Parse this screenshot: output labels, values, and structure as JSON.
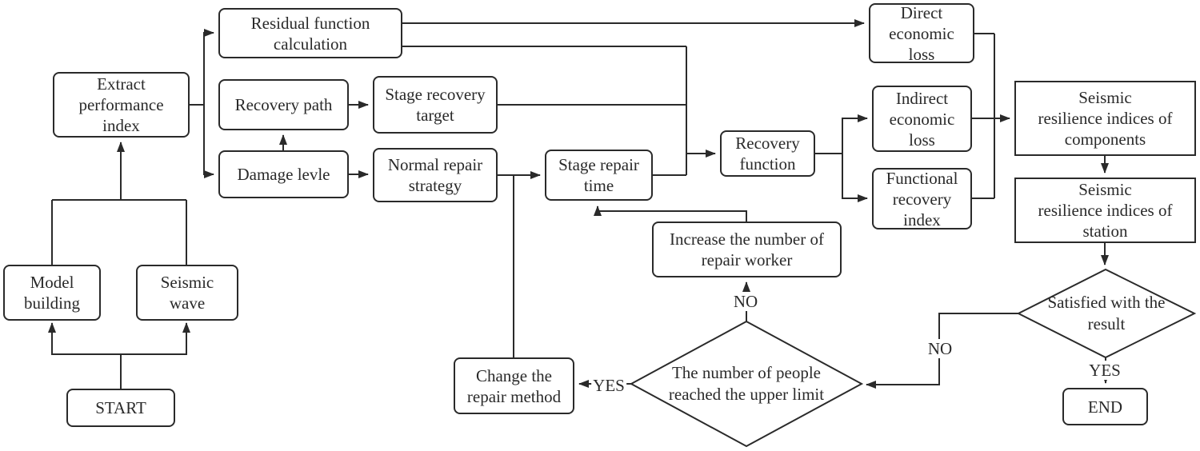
{
  "nodes": {
    "start": "START",
    "model_building": "Model\nbuilding",
    "seismic_wave": "Seismic\nwave",
    "extract_performance_index": "Extract\nperformance\nindex",
    "residual_function_calculation": "Residual function\ncalculation",
    "recovery_path": "Recovery path",
    "damage_level": "Damage levle",
    "stage_recovery_target": "Stage recovery\ntarget",
    "normal_repair_strategy": "Normal repair\nstrategy",
    "stage_repair_time": "Stage repair\ntime",
    "recovery_function": "Recovery\nfunction",
    "direct_economic_loss": "Direct\neconomic\nloss",
    "indirect_economic_loss": "Indirect\neconomic\nloss",
    "functional_recovery_index": "Functional\nrecovery\nindex",
    "resilience_components": "Seismic\nresilience indices of\ncomponents",
    "resilience_station": "Seismic\nresilience indices of\nstation",
    "satisfied_with_result": "Satisfied with the\nresult",
    "end": "END",
    "increase_repair_worker": "Increase the number of\nrepair worker",
    "people_upper_limit": "The number of people\nreached the upper limit",
    "change_repair_method": "Change the\nrepair method"
  },
  "edge_labels": {
    "satisfied_yes": "YES",
    "satisfied_no": "NO",
    "limit_yes": "YES",
    "limit_no": "NO"
  },
  "colors": {
    "line": "#2a2a2a",
    "background": "#ffffff"
  }
}
